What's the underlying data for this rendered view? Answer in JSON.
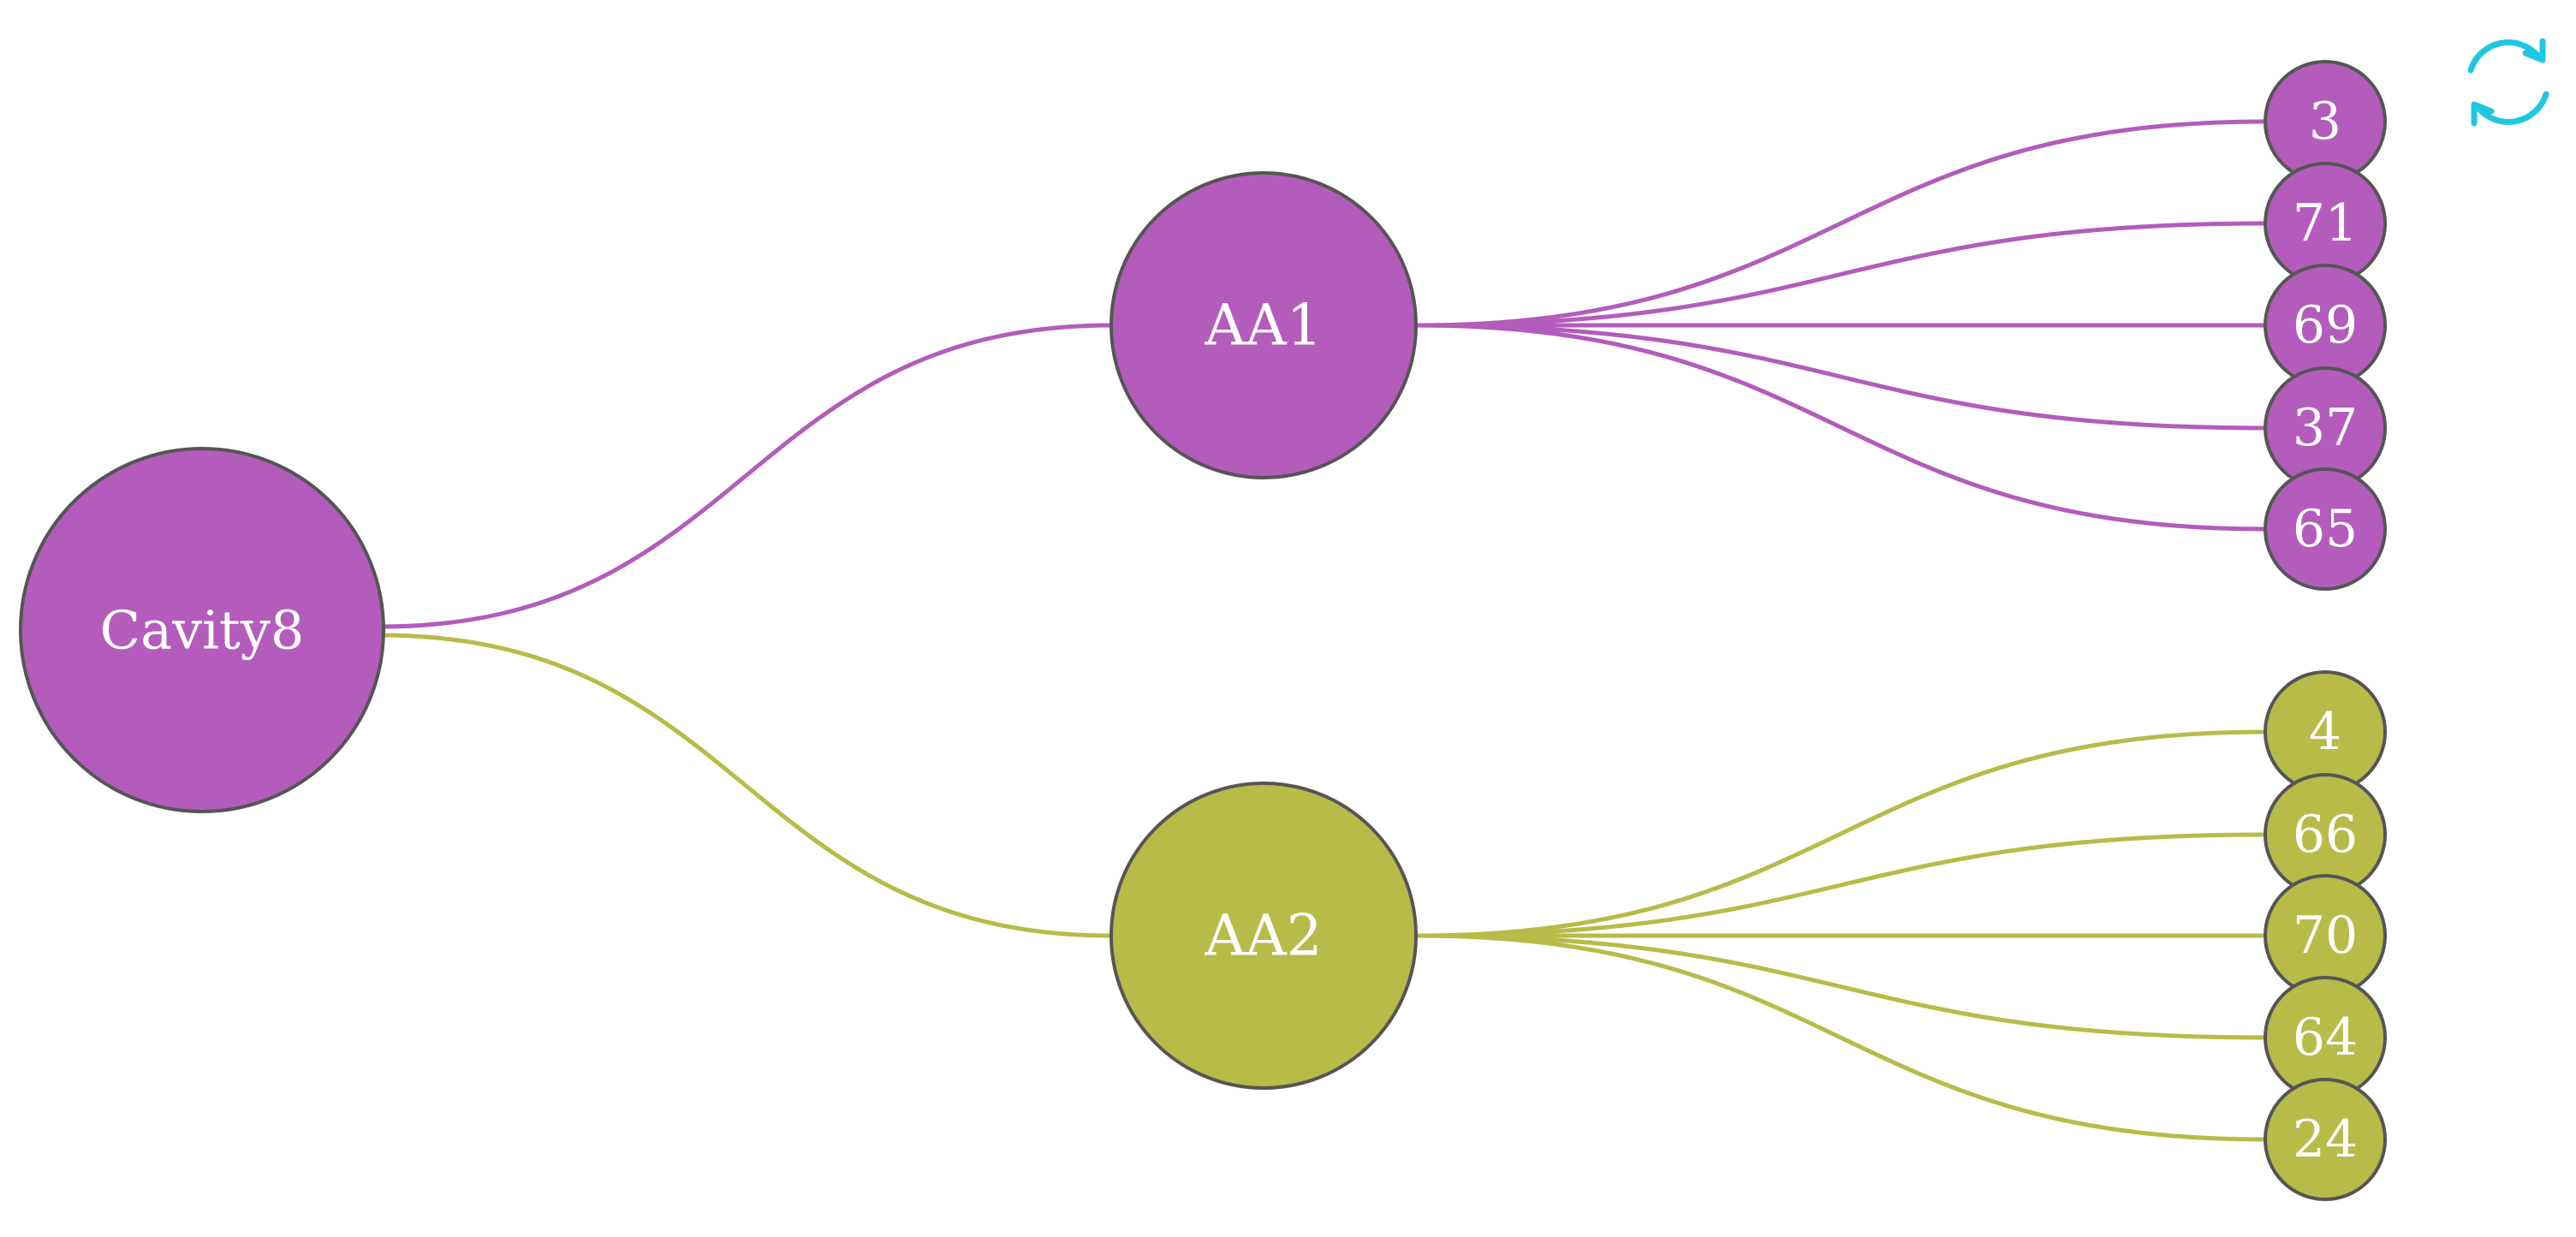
{
  "colors": {
    "group1": "#b35cbb",
    "group2": "#b7bb48",
    "refresh": "#1fc7e0"
  },
  "toolbar": {
    "refresh_icon": "refresh-icon"
  },
  "tree": {
    "root": {
      "label": "Cavity8",
      "group": "group1"
    },
    "branches": [
      {
        "label": "AA1",
        "group": "group1",
        "leaves": [
          "3",
          "71",
          "69",
          "37",
          "65"
        ]
      },
      {
        "label": "AA2",
        "group": "group2",
        "leaves": [
          "4",
          "66",
          "70",
          "64",
          "24"
        ]
      }
    ]
  }
}
